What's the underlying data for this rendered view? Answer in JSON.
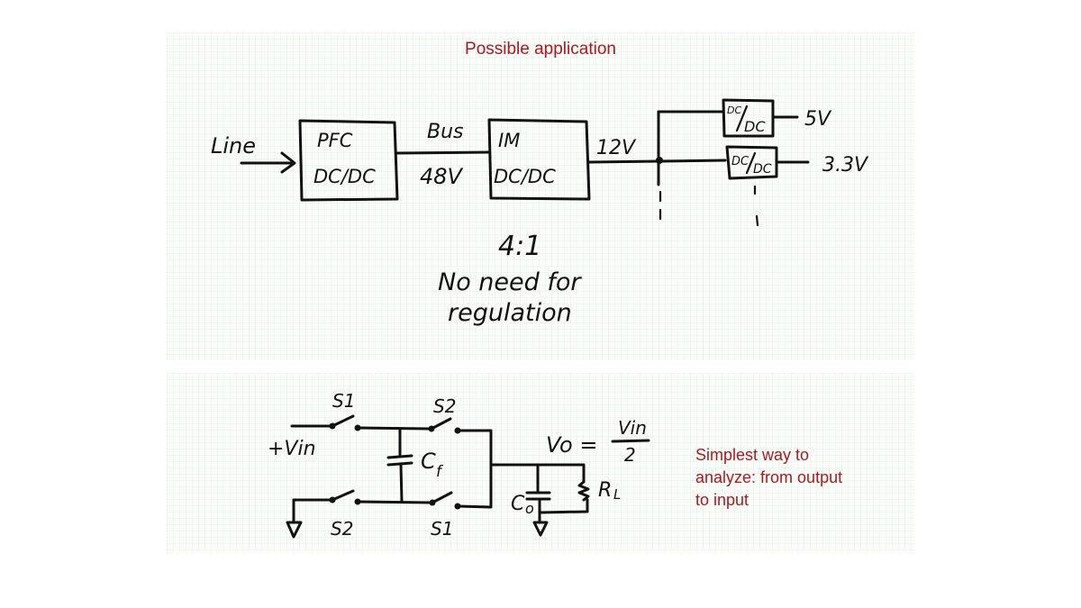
{
  "slide": {
    "title": "Possible application",
    "note_lines": [
      "Simplest way to",
      "analyze: from output",
      "to input"
    ],
    "accent_color": "#b0161e"
  },
  "block_diagram": {
    "input_label": "Line",
    "pfc_block": {
      "line1": "PFC",
      "line2": "DC/DC"
    },
    "bus_label": "Bus",
    "bus_voltage": "48V",
    "im_block": {
      "line1": "IM",
      "line2": "DC/DC"
    },
    "intermediate_voltage": "12V",
    "pol_converters": [
      {
        "label_top": "DC",
        "label_bottom": "DC",
        "output": "5V"
      },
      {
        "label_top": "DC",
        "label_bottom": "DC",
        "output": "3.3V"
      }
    ],
    "ratio_text": "4:1",
    "regulation_line1": "No need for",
    "regulation_line2": "regulation"
  },
  "circuit": {
    "input_label": "+Vin",
    "switch_labels": {
      "top_left": "S1",
      "top_right": "S2",
      "bottom_left": "S2",
      "bottom_right": "S1"
    },
    "flying_cap": {
      "letter": "C",
      "subscript": "f"
    },
    "output_cap": {
      "letter": "C",
      "subscript": "o"
    },
    "load": {
      "letter": "R",
      "subscript": "L"
    },
    "vout_label": "Vo =",
    "vout_numerator": "Vin",
    "vout_denominator": "2"
  }
}
